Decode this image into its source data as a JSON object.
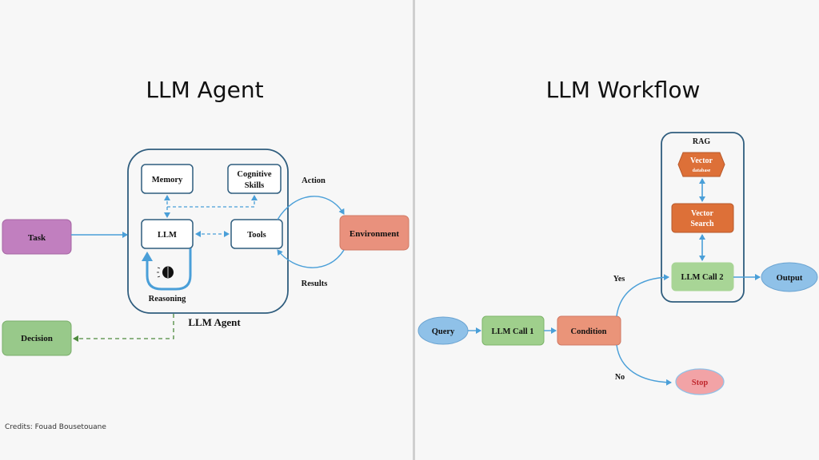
{
  "left": {
    "title": "LLM Agent",
    "container_label": "LLM Agent",
    "nodes": {
      "task": "Task",
      "decision": "Decision",
      "memory": "Memory",
      "cognitive_line1": "Cognitive",
      "cognitive_line2": "Skills",
      "llm": "LLM",
      "tools": "Tools",
      "environment": "Environment",
      "reasoning": "Reasoning"
    },
    "edge_labels": {
      "action": "Action",
      "results": "Results"
    },
    "icons": {
      "reasoning": "brain-icon"
    }
  },
  "right": {
    "title": "LLM Workflow",
    "rag_label": "RAG",
    "nodes": {
      "query": "Query",
      "llm_call_1": "LLM Call 1",
      "condition": "Condition",
      "llm_call_2": "LLM Call 2",
      "output": "Output",
      "stop": "Stop",
      "vector_db_line1": "Vector",
      "vector_db_line2": "database",
      "vector_search_line1": "Vector",
      "vector_search_line2": "Search"
    },
    "edge_labels": {
      "yes": "Yes",
      "no": "No"
    }
  },
  "footer": {
    "credits": "Credits: Fouad Bousetouane"
  },
  "colors": {
    "arrow_blue": "#4a9fd8",
    "container_border": "#2f5d7e",
    "task_fill": "#c17fbf",
    "decision_fill": "#98c98a",
    "environment_fill": "#e9917d",
    "llm_call_fill": "#9fcf8c",
    "condition_fill": "#ea9479",
    "vector_fill": "#dd7038",
    "ellipse_fill": "#8fc1e8",
    "stop_fill": "#f2a3a6",
    "stop_text": "#c0272d",
    "decision_edge": "#4e8a3e"
  }
}
